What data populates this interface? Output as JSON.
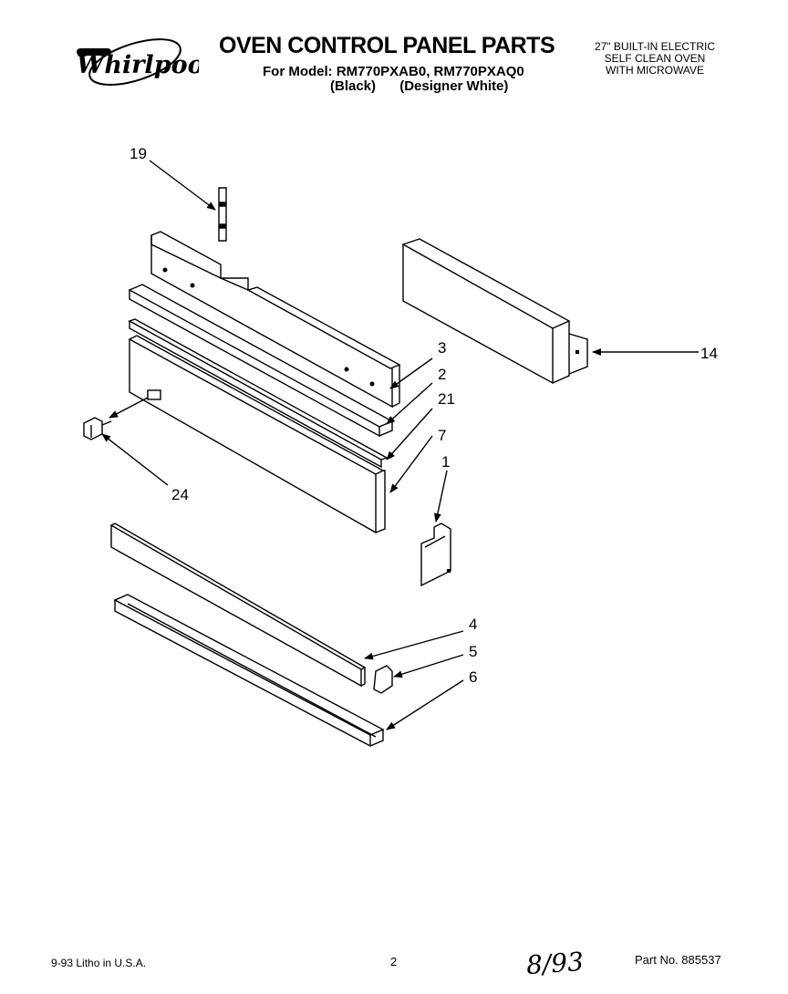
{
  "brand": {
    "name": "Whirlpool"
  },
  "header": {
    "title": "OVEN CONTROL PANEL PARTS",
    "model_line": "For Model: RM770PXAB0, RM770PXAQ0",
    "colors": [
      "(Black)",
      "(Designer White)"
    ],
    "description": [
      "27\" BUILT-IN ELECTRIC",
      "SELF CLEAN OVEN",
      "WITH MICROWAVE"
    ]
  },
  "callouts": [
    "19",
    "3",
    "2",
    "21",
    "7",
    "1",
    "14",
    "24",
    "4",
    "5",
    "6"
  ],
  "footer": {
    "litho": "9-93 Litho in U.S.A.",
    "page": "2",
    "handwritten_date": "8/93",
    "part_no": "Part No. 885537"
  }
}
